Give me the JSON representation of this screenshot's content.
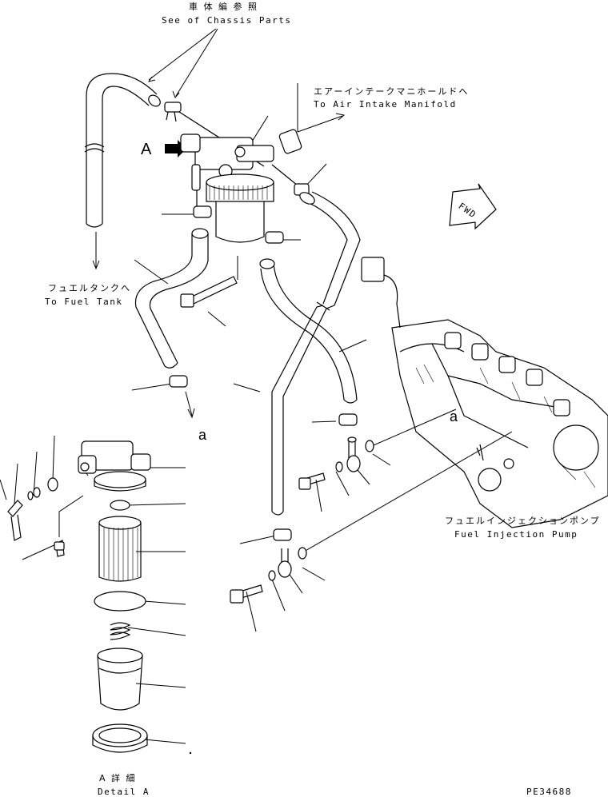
{
  "labels": {
    "chassis_jp": "車 体 編 参 照",
    "chassis_en": "See of Chassis Parts",
    "manifold_jp": "エアーインテークマニホールドへ",
    "manifold_en": "To Air Intake Manifold",
    "fuel_tank_jp": "フュエルタンクへ",
    "fuel_tank_en": "To Fuel Tank",
    "pump_jp": "フュエルインジェクションポンプ",
    "pump_en": "Fuel Injection Pump",
    "detail_jp": "A 詳 細",
    "detail_en": "Detail A",
    "view_marker": "A",
    "ref_a1": "a",
    "ref_a2": "a",
    "fwd": "FWD",
    "drawing_code": "PE34688"
  }
}
